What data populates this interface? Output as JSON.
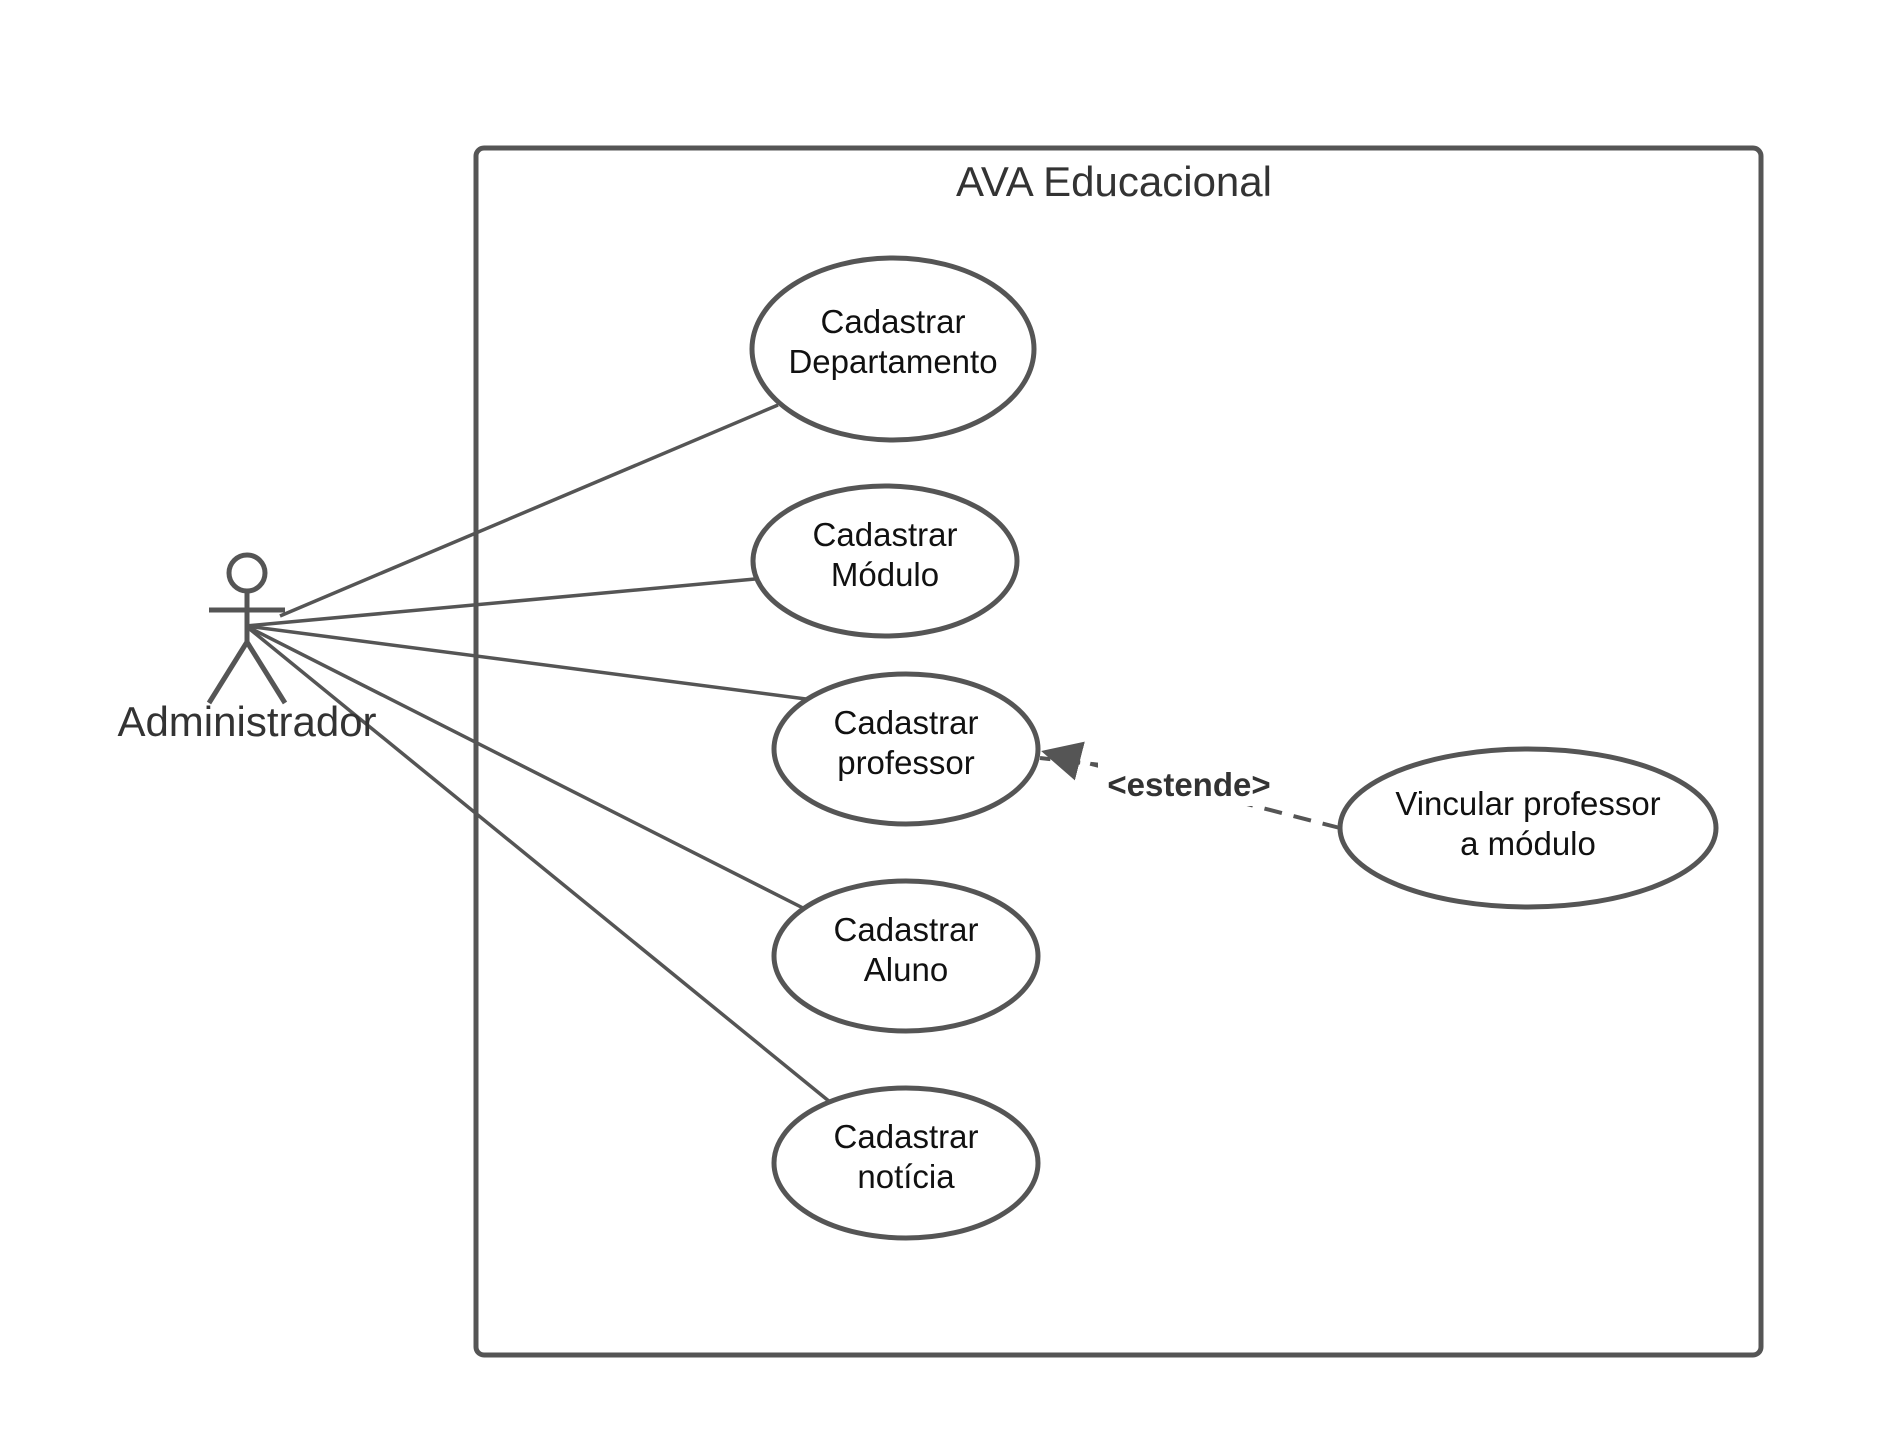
{
  "system": {
    "title": "AVA Educacional"
  },
  "actor": {
    "label": "Administrador"
  },
  "use_cases": [
    {
      "line1": "Cadastrar",
      "line2": "Departamento"
    },
    {
      "line1": "Cadastrar",
      "line2": "Módulo"
    },
    {
      "line1": "Cadastrar",
      "line2": "professor"
    },
    {
      "line1": "Cadastrar",
      "line2": "Aluno"
    },
    {
      "line1": "Cadastrar",
      "line2": "notícia"
    },
    {
      "line1": "Vincular professor",
      "line2": "a módulo"
    }
  ],
  "relationships": {
    "extend_label": "<estende>"
  },
  "colors": {
    "stroke": "#555555",
    "text": "#111111",
    "title_text": "#333333"
  }
}
